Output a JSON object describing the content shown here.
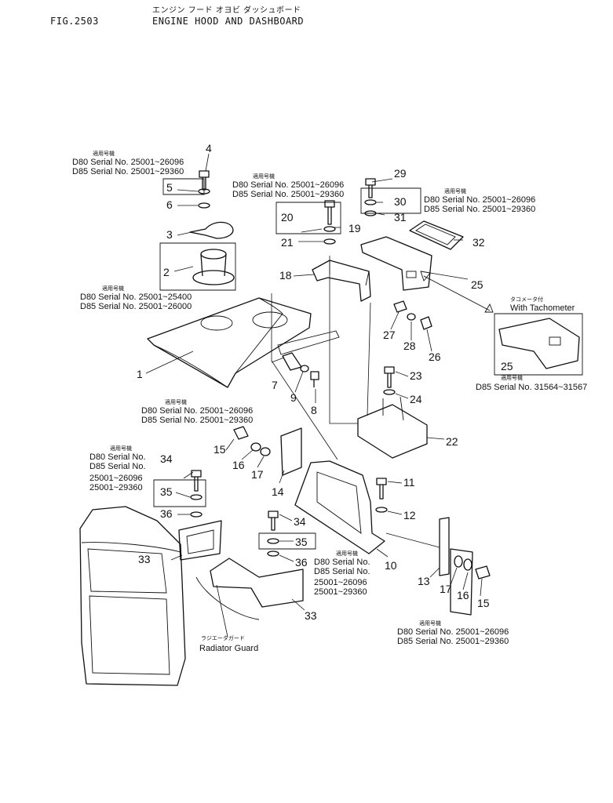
{
  "header": {
    "fig_no": "FIG.2503",
    "title_jp": "エンジン フード オヨビ ダッシュボード",
    "title_en": "ENGINE HOOD AND DASHBOARD"
  },
  "jp_applic": "適用号機",
  "serial_notes": {
    "n1_l1": "D80 Serial No. 25001~26096",
    "n1_l2": "D85 Serial No. 25001~29360",
    "n2_l1": "D80 Serial No. 25001~26096",
    "n2_l2": "D85 Serial No. 25001~29360",
    "n3_l1": "D80 Serial No. 25001~26096",
    "n3_l2": "D85 Serial No. 25001~29360",
    "n4_l1": "D80 Serial No. 25001~25400",
    "n4_l2": "D85 Serial No. 25001~26000",
    "n5_l1": "D80 Serial No. 25001~26096",
    "n5_l2": "D85 Serial No. 25001~29360",
    "n6_l1": "D80 Serial No.",
    "n6_l2": "D85 Serial No.",
    "n6_l3": "25001~26096",
    "n6_l4": "25001~29360",
    "n7_l1": "D80 Serial No.",
    "n7_l2": "D85 Serial No.",
    "n7_l3": "25001~26096",
    "n7_l4": "25001~29360",
    "n8_l1": "D80 Serial No. 25001~26096",
    "n8_l2": "D85 Serial No. 25001~29360",
    "tacho_jp": "タコメータ付",
    "tacho_en": "With Tachometer",
    "tacho_serial": "D85 Serial No. 31564~31567",
    "guard_jp": "ラジエータガード",
    "guard_en": "Radiator Guard"
  },
  "callouts": {
    "c1": "1",
    "c2": "2",
    "c3": "3",
    "c4": "4",
    "c5": "5",
    "c6": "6",
    "c7": "7",
    "c8": "8",
    "c9": "9",
    "c10": "10",
    "c11": "11",
    "c12": "12",
    "c13": "13",
    "c14": "14",
    "c15a": "15",
    "c15b": "15",
    "c16a": "16",
    "c16b": "16",
    "c17a": "17",
    "c17b": "17",
    "c18": "18",
    "c19": "19",
    "c20": "20",
    "c21": "21",
    "c22": "22",
    "c23": "23",
    "c24": "24",
    "c25a": "25",
    "c25b": "25",
    "c26": "26",
    "c27": "27",
    "c28": "28",
    "c29": "29",
    "c30": "30",
    "c31": "31",
    "c32": "32",
    "c33a": "33",
    "c33b": "33",
    "c34a": "34",
    "c34b": "34",
    "c35a": "35",
    "c35b": "35",
    "c36a": "36",
    "c36b": "36"
  }
}
